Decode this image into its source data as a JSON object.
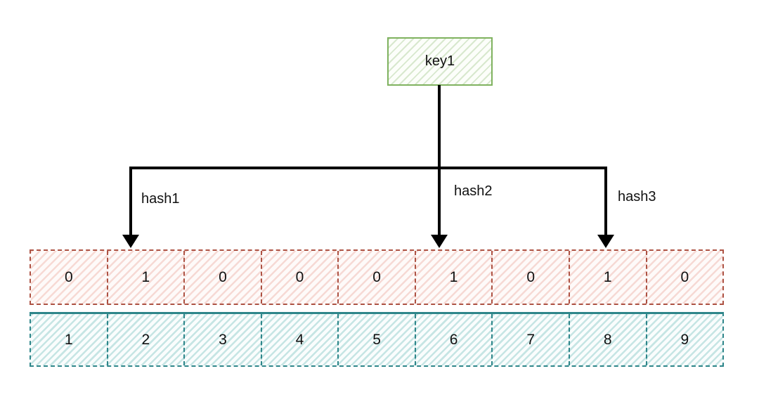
{
  "key_box": {
    "label": "key1"
  },
  "hash_labels": [
    "hash1",
    "hash2",
    "hash3"
  ],
  "bit_row": {
    "cells": [
      "0",
      "1",
      "0",
      "0",
      "0",
      "1",
      "0",
      "1",
      "0"
    ]
  },
  "index_row": {
    "cells": [
      "1",
      "2",
      "3",
      "4",
      "5",
      "6",
      "7",
      "8",
      "9"
    ]
  },
  "colors": {
    "key_border": "#7fb25f",
    "bit_border": "#ad5243",
    "index_border": "#2e868a",
    "connector": "#000000"
  }
}
